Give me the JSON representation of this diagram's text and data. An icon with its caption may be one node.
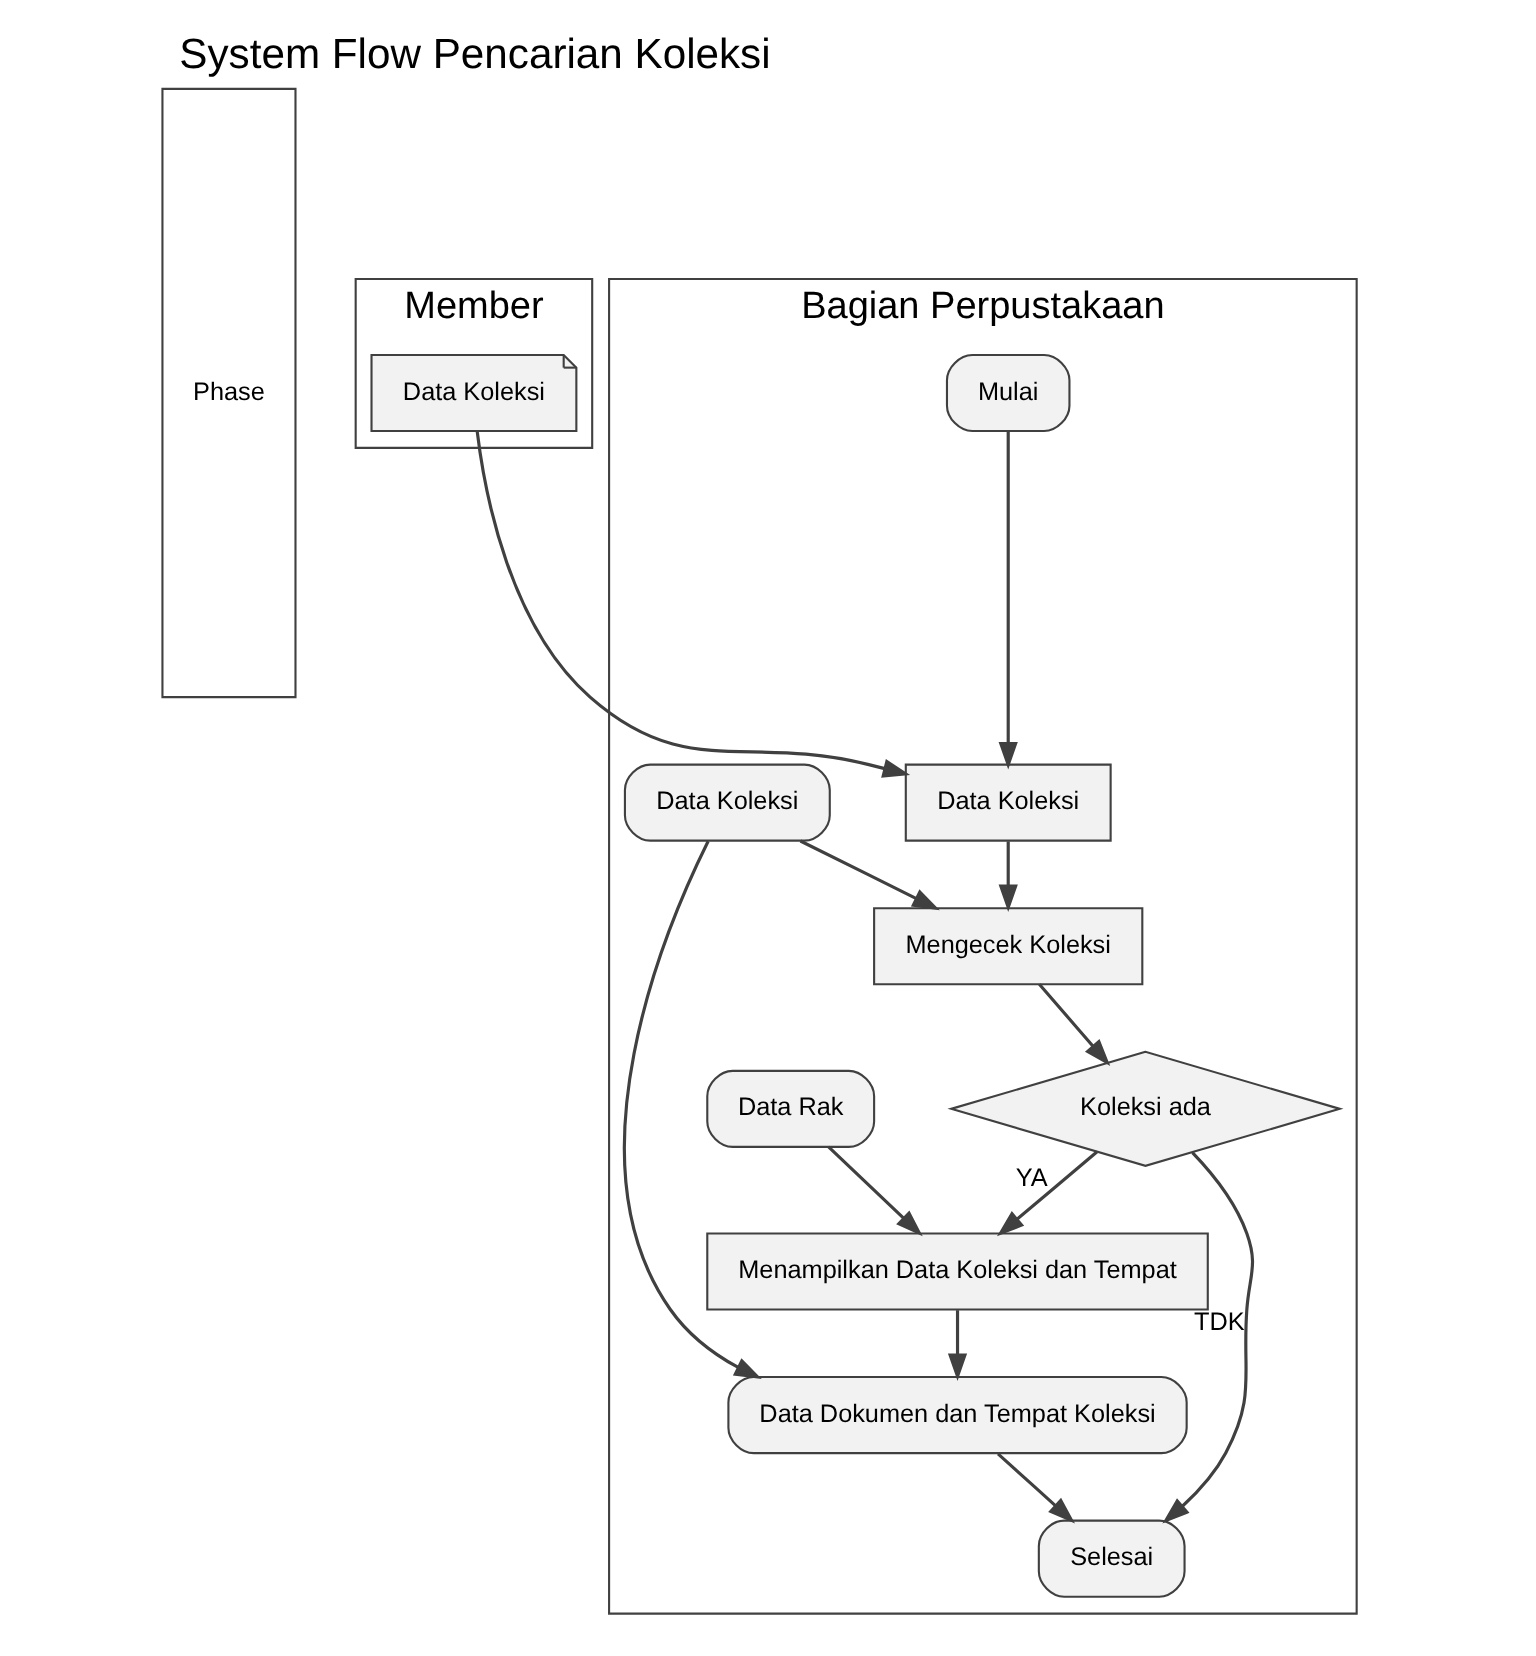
{
  "diagram": {
    "title": "System Flow Pencarian Koleksi",
    "nodes": [
      {
        "text": [
          "Phase"
        ]
      },
      {
        "text": [
          "Member"
        ]
      },
      {
        "text": [
          "Bagian Perpustakaan"
        ]
      },
      {
        "text": [
          "Data Koleksi"
        ],
        "in": 1
      },
      {
        "text": [
          "Mulai"
        ],
        "in": 2
      },
      {
        "text": [
          "Data Koleksi"
        ],
        "in": 2
      },
      {
        "text": [
          "Mengecek Koleksi"
        ],
        "in": 2
      },
      {
        "text": [
          "Data Koleksi"
        ],
        "in": 2
      },
      {
        "text": [
          "Koleksi ada"
        ],
        "in": 2
      },
      {
        "text": [
          "Selesai"
        ],
        "in": 2
      },
      {
        "text": [
          "Menampilkan Data Koleksi dan Tempat"
        ],
        "in": 2
      },
      {
        "text": [
          "Data Rak"
        ],
        "in": 2
      },
      {
        "text": [
          "Data Dokumen dan Tempat Koleksi"
        ],
        "in": 2
      }
    ],
    "edges": [
      {
        "from": 4,
        "to": 5,
        "arrow": "to"
      },
      {
        "from": 3,
        "to": 5,
        "arrow": "to"
      },
      {
        "from": 5,
        "to": 6,
        "arrow": "to"
      },
      {
        "from": 7,
        "to": 6,
        "arrow": "to"
      },
      {
        "from": 6,
        "to": 8,
        "arrow": "to"
      },
      {
        "from": 8,
        "to": 9,
        "arrow": "to",
        "label": "TDK"
      },
      {
        "from": 8,
        "to": 10,
        "arrow": "to",
        "label": "YA"
      },
      {
        "from": 11,
        "to": 10,
        "arrow": "to"
      },
      {
        "from": 10,
        "to": 12,
        "arrow": "to"
      },
      {
        "from": 7,
        "to": 12,
        "arrow": "to"
      },
      {
        "from": 12,
        "to": 9,
        "arrow": "to"
      }
    ]
  }
}
